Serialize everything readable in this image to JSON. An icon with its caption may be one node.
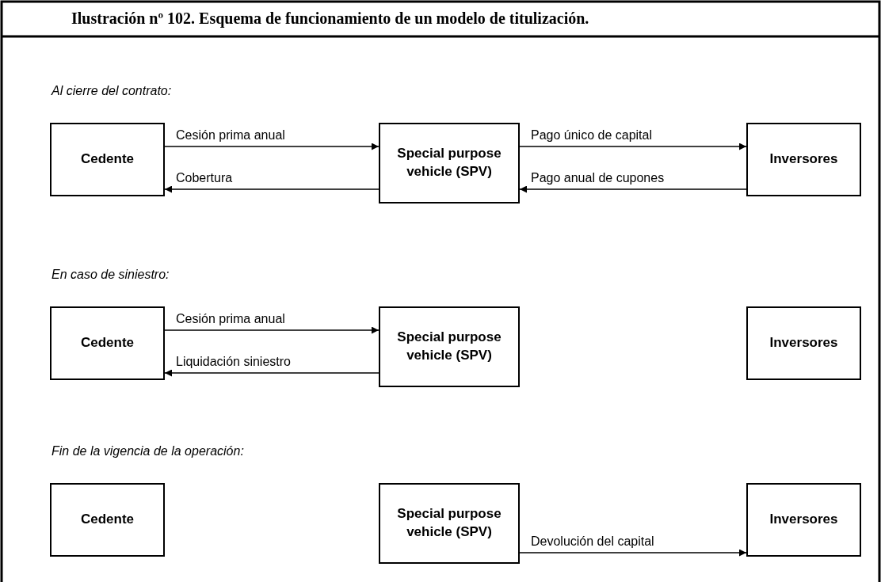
{
  "diagram": {
    "title": "Ilustración nº 102. Esquema de funcionamiento de un modelo de titulización.",
    "nodes": [
      {
        "text": [
          "Cedente"
        ]
      },
      {
        "text": [
          "Special purpose vehicle (SPV)"
        ]
      },
      {
        "text": [
          "Inversores"
        ]
      },
      {
        "text": [
          "Cedente"
        ]
      },
      {
        "text": [
          "Special purpose vehicle (SPV)"
        ]
      },
      {
        "text": [
          "Inversores"
        ]
      },
      {
        "text": [
          "Cedente"
        ]
      },
      {
        "text": [
          "Special purpose vehicle (SPV)"
        ]
      },
      {
        "text": [
          "Inversores"
        ]
      }
    ],
    "edges": [
      {
        "from": 0,
        "to": 1,
        "arrow": "to",
        "label": "Cesión prima anual"
      },
      {
        "from": 1,
        "to": 0,
        "arrow": "to",
        "label": "Cobertura"
      },
      {
        "from": 1,
        "to": 2,
        "arrow": "to",
        "label": "Pago único de capital"
      },
      {
        "from": 2,
        "to": 1,
        "arrow": "to",
        "label": "Pago anual de cupones"
      },
      {
        "from": 3,
        "to": 4,
        "arrow": "to",
        "label": "Cesión prima anual"
      },
      {
        "from": 4,
        "to": 3,
        "arrow": "to",
        "label": "Liquidación siniestro"
      },
      {
        "from": 7,
        "to": 8,
        "arrow": "to",
        "label": "Devolución del capital"
      }
    ],
    "labels": [
      "Al cierre del contrato:",
      "En caso de siniestro:",
      "Fin de la vigencia de la operación:"
    ]
  }
}
